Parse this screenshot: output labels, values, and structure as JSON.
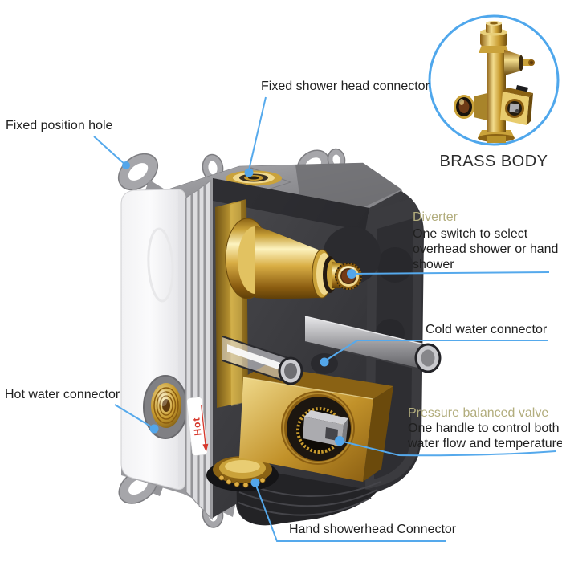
{
  "colors": {
    "accent_blue": "#4FA7EC",
    "heading_olive": "#B2AD7D",
    "text_dark": "#1F1F1F",
    "hot_red": "#D6372B",
    "brass": "#D9AE45"
  },
  "inset": {
    "caption": "BRASS BODY"
  },
  "callouts": {
    "fixed_position_hole": {
      "label": "Fixed position hole"
    },
    "fixed_shower_head_connector": {
      "label": "Fixed shower head connector"
    },
    "diverter": {
      "title": "Diverter",
      "lines": [
        "One switch to select",
        "overhead shower or hand",
        "shower"
      ]
    },
    "cold_water_connector": {
      "label": "Cold water connector"
    },
    "pressure_balanced_valve": {
      "title": "Pressure balanced valve",
      "lines": [
        "One handle to control both",
        "water flow and temperature"
      ]
    },
    "hot_water_connector": {
      "label": "Hot water connector"
    },
    "hand_showerhead_connector": {
      "label": "Hand showerhead Connector"
    }
  },
  "sticker": {
    "hot": "Hot"
  }
}
